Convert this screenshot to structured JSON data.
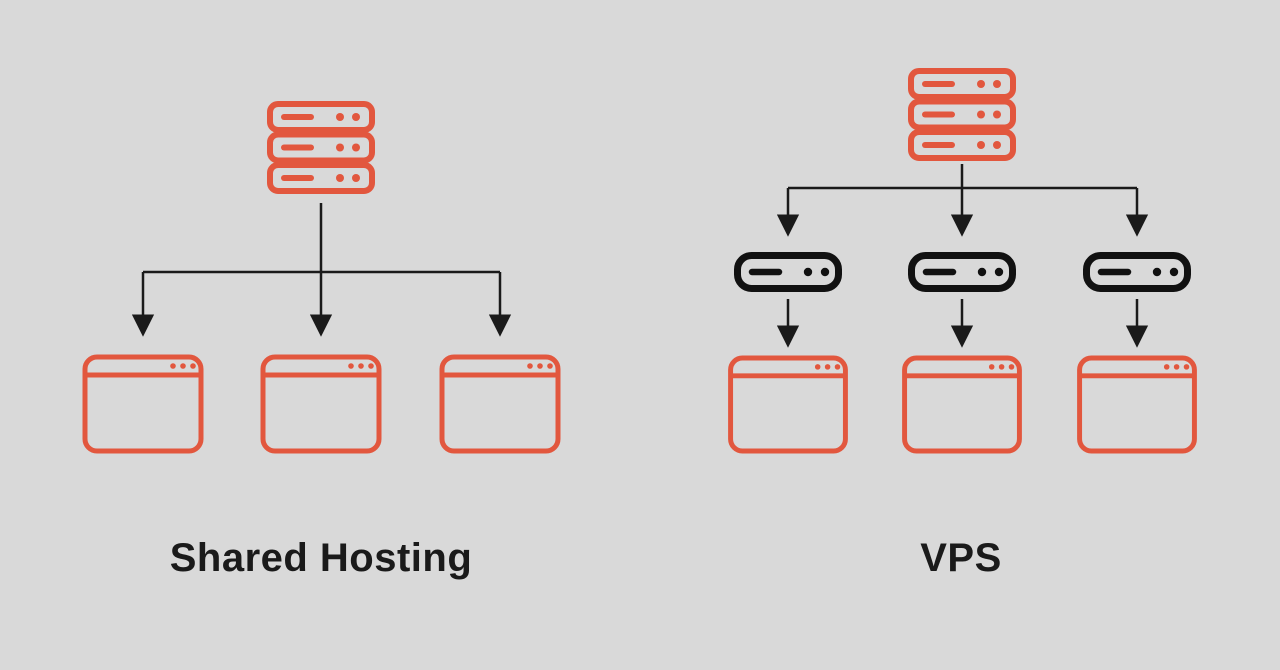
{
  "theme": {
    "background": "#D9D9D9",
    "accent_orange": "#E2573E",
    "node_black": "#111111",
    "line_color": "#1A1A1A",
    "text_color": "#1A1A1A"
  },
  "diagram": {
    "shared": {
      "label": "Shared Hosting",
      "server_icon": "server-stack-icon",
      "client_icon": "browser-window-icon",
      "client_count": 3
    },
    "vps": {
      "label": "VPS",
      "server_icon": "server-stack-icon",
      "unit_icon": "vps-unit-icon",
      "unit_count": 3,
      "client_icon": "browser-window-icon",
      "client_count": 3
    }
  }
}
